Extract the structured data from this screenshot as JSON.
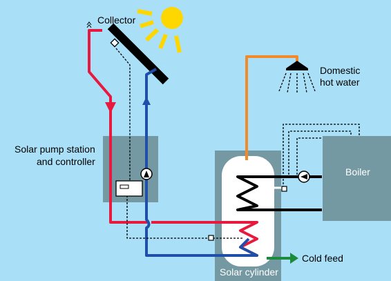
{
  "labels": {
    "collector": "Collector",
    "domestic_line1": "Domestic",
    "domestic_line2": "hot water",
    "pump_station_line1": "Solar pump station",
    "pump_station_line2": "and controller",
    "boiler": "Boiler",
    "cold_feed": "Cold feed",
    "solar_cylinder": "Solar cylinder"
  },
  "colors": {
    "background": "#a9e0f8",
    "box": "#7499a2",
    "hot_pipe": "#e8193e",
    "cold_pipe": "#1f4fa8",
    "dhw_pipe": "#f08a2b",
    "cold_feed": "#1d8b3c",
    "sun": "#ffd700"
  },
  "icons": [
    "sun-icon",
    "pump-icon",
    "shower-icon",
    "controller-icon",
    "sensor-icon"
  ]
}
